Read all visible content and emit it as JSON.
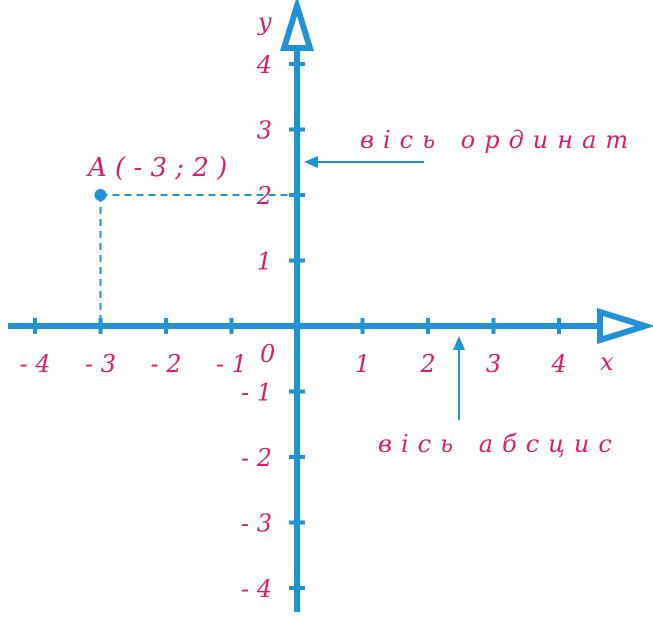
{
  "colors": {
    "axis": "#1f93d6",
    "text": "#d81e6e",
    "guide": "#1f93d6"
  },
  "axes": {
    "x_name": "x",
    "y_name": "y",
    "origin_label": "0"
  },
  "x_ticks": [
    {
      "value": -4,
      "label": "- 4"
    },
    {
      "value": -3,
      "label": "- 3"
    },
    {
      "value": -2,
      "label": "- 2"
    },
    {
      "value": -1,
      "label": "- 1"
    },
    {
      "value": 1,
      "label": "1"
    },
    {
      "value": 2,
      "label": "2"
    },
    {
      "value": 3,
      "label": "3"
    },
    {
      "value": 4,
      "label": "4"
    }
  ],
  "y_ticks": [
    {
      "value": 4,
      "label": "4"
    },
    {
      "value": 3,
      "label": "3"
    },
    {
      "value": 2,
      "label": "2"
    },
    {
      "value": 1,
      "label": "1"
    },
    {
      "value": -1,
      "label": "- 1"
    },
    {
      "value": -2,
      "label": "- 2"
    },
    {
      "value": -3,
      "label": "- 3"
    },
    {
      "value": -4,
      "label": "- 4"
    }
  ],
  "point": {
    "label": "A ( - 3 ; 2 )",
    "x": -3,
    "y": 2
  },
  "annotations": {
    "ordinate_axis": "вісь ординат",
    "abscissa_axis": "вісь абсцис"
  }
}
